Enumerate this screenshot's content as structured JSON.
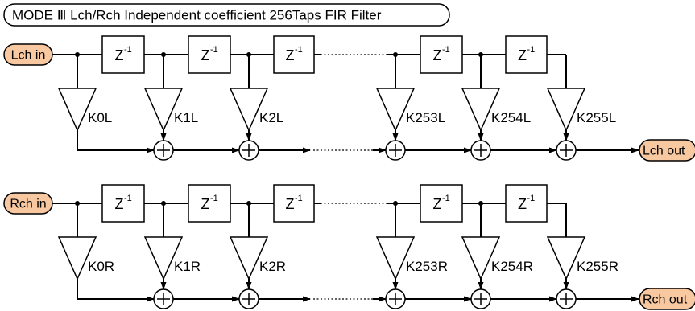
{
  "title": "MODE Ⅲ Lch/Rch Independent coefficient 256Taps FIR Filter",
  "channels": [
    {
      "input_label": "Lch in",
      "output_label": "Lch out",
      "coefficients": [
        "K0L",
        "K1L",
        "K2L",
        "K253L",
        "K254L",
        "K255L"
      ]
    },
    {
      "input_label": "Rch in",
      "output_label": "Rch out",
      "coefficients": [
        "K0R",
        "K1R",
        "K2R",
        "K253R",
        "K254R",
        "K255R"
      ]
    }
  ],
  "delay_label": {
    "base": "Z",
    "exponent": "-1"
  },
  "colors": {
    "io_fill": "#f8c8a0",
    "line": "#000000",
    "background": "#ffffff"
  }
}
